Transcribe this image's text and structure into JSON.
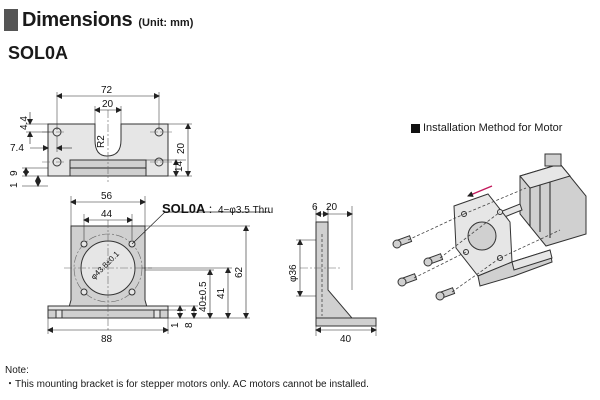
{
  "header": {
    "title": "Dimensions",
    "unit": "(Unit: mm)"
  },
  "model": {
    "name": "SOL0A"
  },
  "installation": {
    "title": "Installation Method for Motor"
  },
  "callout": {
    "model": "SOL0A",
    "hole_spec": "：4−φ3.5 Thru"
  },
  "dimensions": {
    "top_view": {
      "overall_width": "72",
      "slot_width": "20",
      "slot_radius": "R2",
      "hole_pitch_y": "4.4",
      "hole_offset": "7.4",
      "depth": "20",
      "depth_total": "14",
      "foot_height": "9",
      "foot_thickness": "1"
    },
    "front_view": {
      "overall_width": "56",
      "inner_width": "44",
      "pcd": "φ43.8±0.1",
      "base_width": "88",
      "flange_height": "62",
      "center_height": "41",
      "center_tol": "40±0.5",
      "foot_thickness": "8",
      "plate_thickness": "1"
    },
    "side_view": {
      "top_thickness": "6",
      "top_depth": "20",
      "bore": "φ36",
      "base_depth": "40"
    }
  },
  "notes": {
    "heading": "Note:",
    "line1": "・This mounting bracket is for stepper motors only. AC motors cannot be installed."
  }
}
